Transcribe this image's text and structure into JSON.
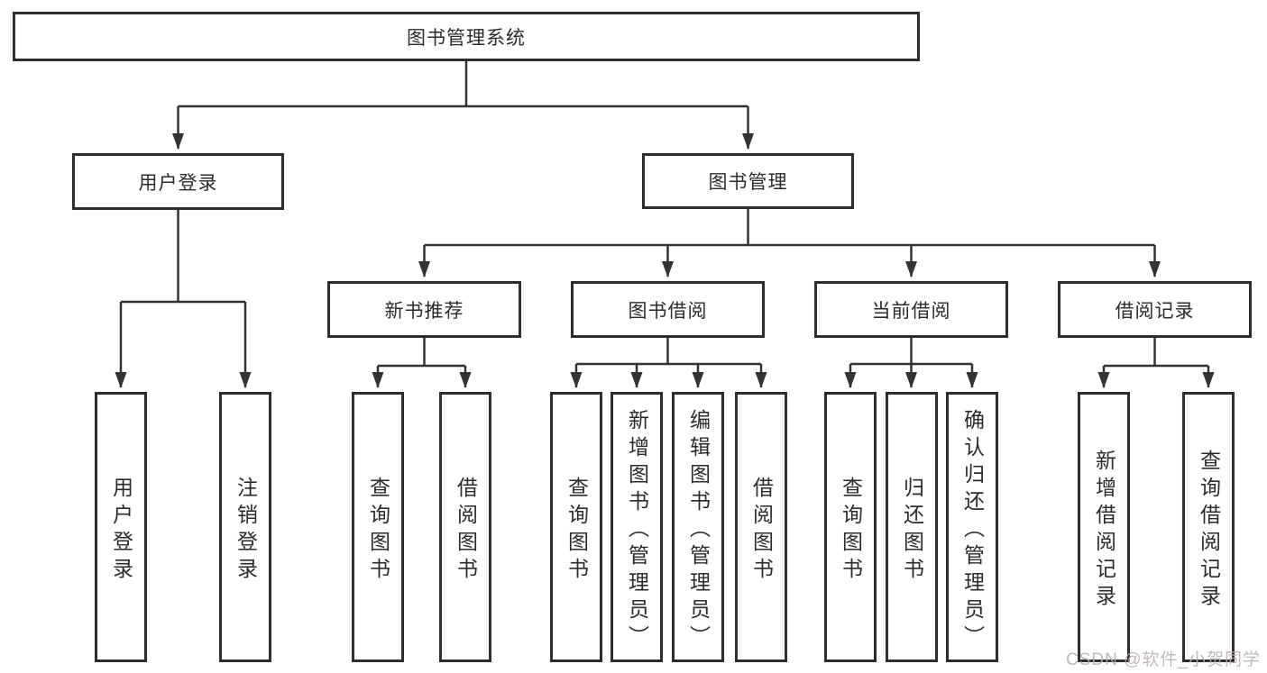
{
  "diagram": {
    "type": "tree",
    "title": "图书管理系统",
    "colors": {
      "background": "#ffffff",
      "box_border": "#2d2d2d",
      "box_fill": "#ffffff",
      "line": "#333333",
      "text": "#2b2b2b",
      "watermark": "#b9b0b0"
    },
    "nodes": {
      "root": "图书管理系统",
      "login": "用户登录",
      "mgmt": "图书管理",
      "rec": "新书推荐",
      "borrow": "图书借阅",
      "current": "当前借阅",
      "records": "借阅记录",
      "login_do": "用户登录",
      "login_out": "注销登录",
      "rec_query": "查询图书",
      "rec_borrow": "借阅图书",
      "borrow_query": "查询图书",
      "borrow_add": "新增图书（管理员）",
      "borrow_edit": "编辑图书（管理员）",
      "borrow_do": "借阅图书",
      "current_query": "查询图书",
      "current_return": "归还图书",
      "current_confirm": "确认归还（管理员）",
      "records_add": "新增借阅记录",
      "records_query": "查询借阅记录"
    },
    "edges": [
      [
        "root",
        "login"
      ],
      [
        "root",
        "mgmt"
      ],
      [
        "login",
        "login_do"
      ],
      [
        "login",
        "login_out"
      ],
      [
        "mgmt",
        "rec"
      ],
      [
        "mgmt",
        "borrow"
      ],
      [
        "mgmt",
        "current"
      ],
      [
        "mgmt",
        "records"
      ],
      [
        "rec",
        "rec_query"
      ],
      [
        "rec",
        "rec_borrow"
      ],
      [
        "borrow",
        "borrow_query"
      ],
      [
        "borrow",
        "borrow_add"
      ],
      [
        "borrow",
        "borrow_edit"
      ],
      [
        "borrow",
        "borrow_do"
      ],
      [
        "current",
        "current_query"
      ],
      [
        "current",
        "current_return"
      ],
      [
        "current",
        "current_confirm"
      ],
      [
        "records",
        "records_add"
      ],
      [
        "records",
        "records_query"
      ]
    ]
  },
  "watermark": {
    "text": "CSDN @软件_小贺同学"
  }
}
